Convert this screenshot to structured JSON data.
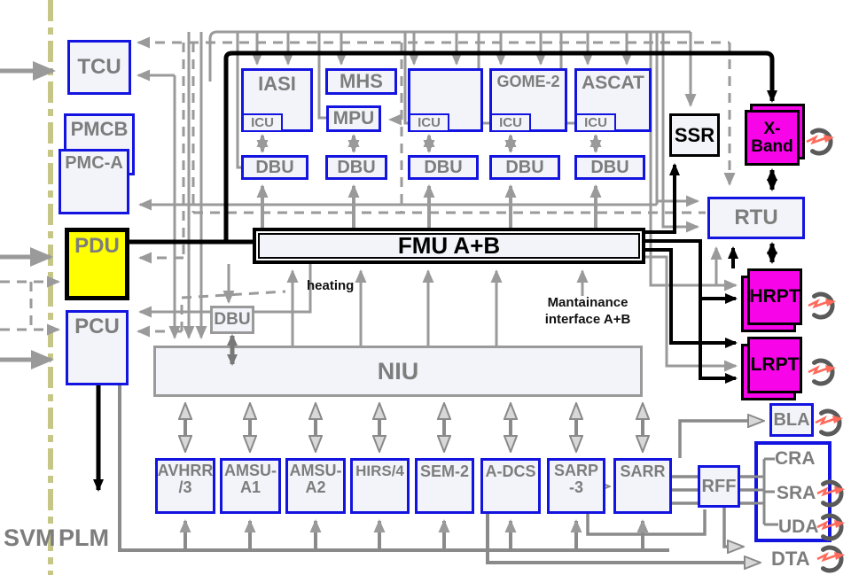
{
  "diagram_type": "satellite-payload-block-diagram",
  "colors": {
    "instrument_border_blue": "#1414e0",
    "transmitter_magenta": "#f704e8",
    "pdu_yellow": "#ffff00",
    "label_gray": "#7d7d7d",
    "wire_gray": "#9a9a9a",
    "wire_black": "#000000",
    "boundary_olive": "#c6c687",
    "antenna_flash_red": "#ff6a5a"
  },
  "boundary": {
    "left_label": "SVM",
    "right_label": "PLM"
  },
  "labels": {
    "tcu": "TCU",
    "pmcb": "PMCB",
    "pmca": "PMC-A",
    "pdu": "PDU",
    "pcu": "PCU",
    "iasi": "IASI",
    "mhs": "MHS",
    "mpu": "MPU",
    "icu": "ICU",
    "dbu": "DBU",
    "gome2": "GOME-2",
    "ascat": "ASCAT",
    "ssr": "SSR",
    "xband": "X-\nBand",
    "rtu": "RTU",
    "fmu": "FMU A+B",
    "niu": "NIU",
    "hrpt": "HRPT",
    "lrpt": "LRPT",
    "bla": "BLA",
    "cra": "CRA",
    "sra": "SRA",
    "uda": "UDA",
    "dta": "DTA",
    "rff": "RFF",
    "avhrr": "AVHRR\n/3",
    "amsu_a1": "AMSU-\nA1",
    "amsu_a2": "AMSU-\nA2",
    "hirs4": "HIRS/4",
    "sem2": "SEM-2",
    "adcs": "A-DCS",
    "sarp3": "SARP\n-3",
    "sarr": "SARR",
    "svm": "SVM",
    "plm": "PLM"
  },
  "annotations": {
    "heating": "heating",
    "maintenance": "Mantainance\ninterface A+B"
  },
  "antennas": {
    "count": 7,
    "attached_to": [
      "X-Band",
      "HRPT",
      "LRPT",
      "BLA",
      "SRA",
      "UDA",
      "DTA"
    ]
  }
}
